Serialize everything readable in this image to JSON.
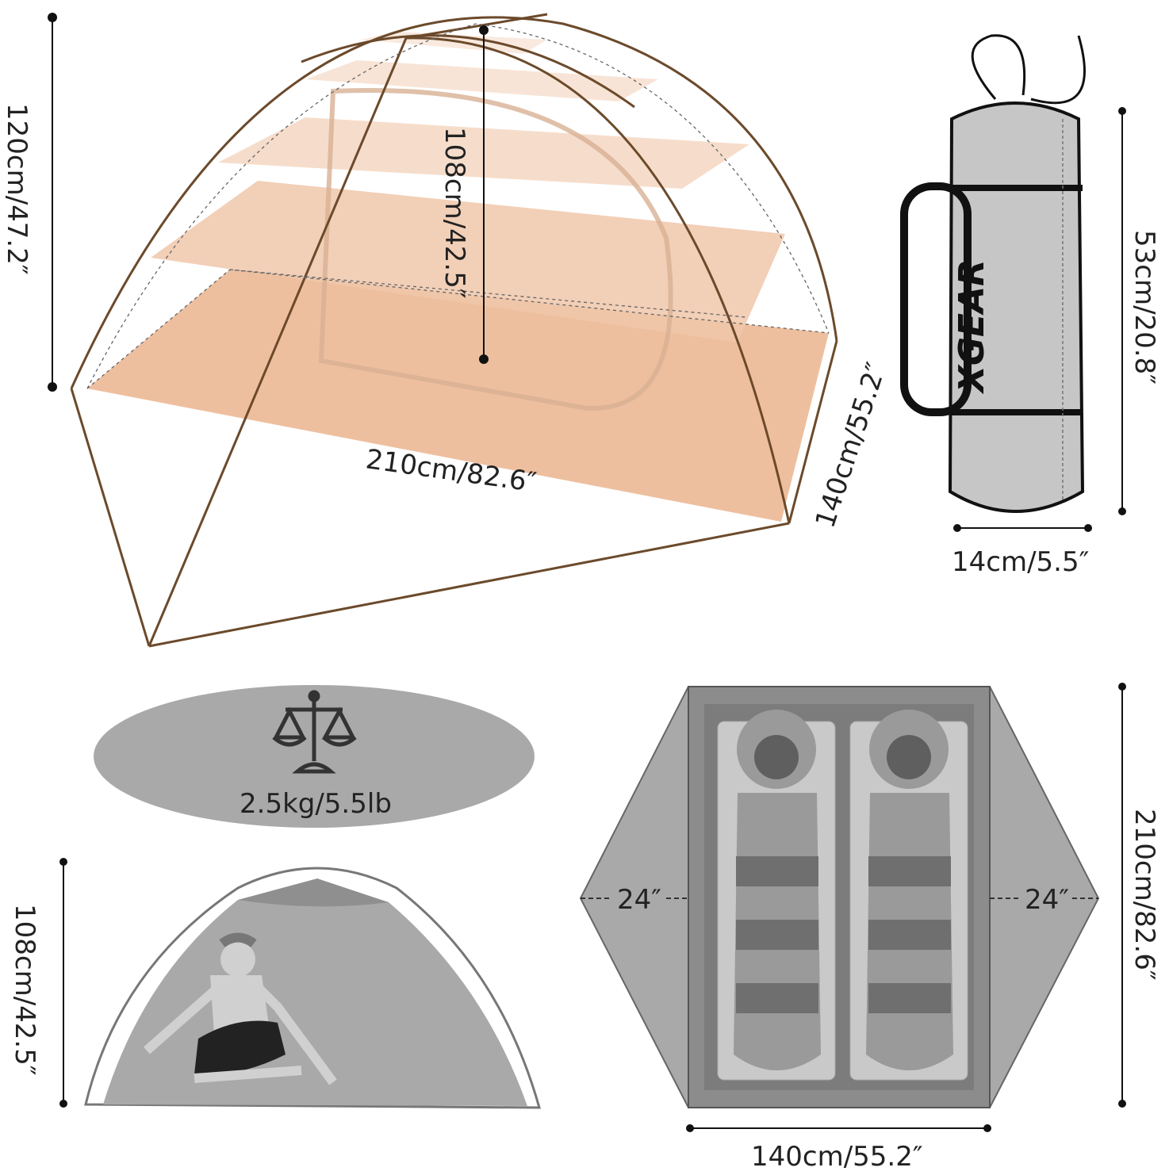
{
  "tent_3d": {
    "peak_height": "120cm/47.2″",
    "inner_height": "108cm/42.5″",
    "floor_length": "210cm/82.6″",
    "floor_width": "140cm/55.2″"
  },
  "bag": {
    "logo": "XGEAR",
    "length": "53cm/20.8″",
    "diameter": "14cm/5.5″"
  },
  "weight": {
    "icon": "scale-icon",
    "value": "2.5kg/5.5lb"
  },
  "side_view": {
    "height": "108cm/42.5″"
  },
  "top_view": {
    "vestibule_left": "24″",
    "vestibule_right": "24″",
    "length": "210cm/82.6″",
    "width": "140cm/55.2″"
  },
  "colors": {
    "frame": "#6b4a2b",
    "floor": "#ecb895",
    "gray": "#a9a9a9",
    "dark_gray": "#7c7c7c"
  }
}
